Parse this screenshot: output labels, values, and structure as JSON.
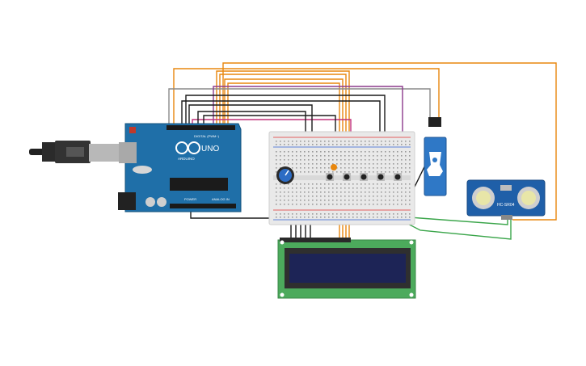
{
  "arduino": {
    "brand": "ARDUINO",
    "model": "UNO",
    "digital_header": "DIGITAL (PWM~)",
    "power_header": "POWER",
    "analog_header": "ANALOG IN"
  },
  "sensor": {
    "model": "HC-SR04"
  },
  "colors": {
    "board_blue": "#1f6fa8",
    "breadboard": "#e9e9e9",
    "wire_orange": "#e8870e",
    "wire_black": "#1a1a1a",
    "wire_purple": "#8c3a8c",
    "wire_green": "#3aa54a",
    "wire_red": "#e03030",
    "wire_gray": "#8a8a8a",
    "lcd_green": "#4caa5c",
    "lcd_screen": "#1d2456",
    "servo_blue": "#2f78c6"
  },
  "icons": [
    "usb-cable-icon",
    "potentiometer-icon",
    "push-button-icon",
    "servo-icon",
    "ultrasonic-sensor-icon",
    "lcd-display-icon"
  ]
}
